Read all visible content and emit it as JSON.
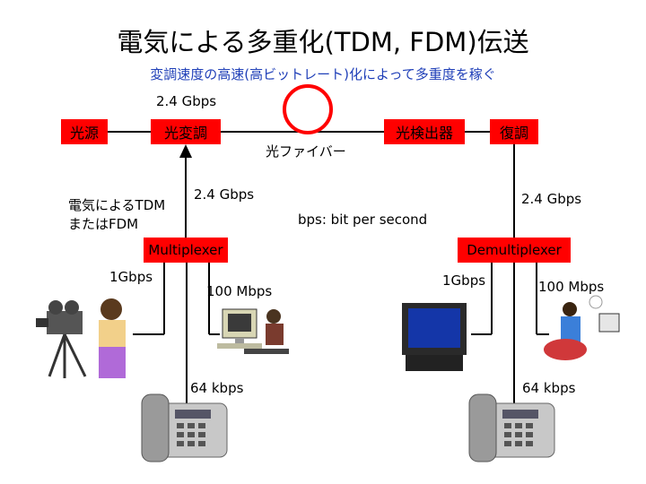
{
  "title": "電気による多重化(TDM, FDM)伝送",
  "subtitle": "変調速度の高速(高ビットレート)化によって多重度を稼ぐ",
  "rate_top": "2.4 Gbps",
  "boxes": {
    "source": "光源",
    "modulator": "光変調",
    "detector": "光検出器",
    "demodulator": "復調"
  },
  "fiber_label": "光ファイバー",
  "note_line1": "電気によるTDM",
  "note_line2": "またはFDM",
  "rate_left": "2.4 Gbps",
  "rate_right": "2.4 Gbps",
  "bps_note": "bps: bit per second",
  "mux_label": "Multiplexer",
  "demux_label": "Demultiplexer",
  "left_rates": {
    "video": "1Gbps",
    "computer": "100 Mbps",
    "phone": "64 kbps"
  },
  "right_rates": {
    "tv": "1Gbps",
    "computer": "100 Mbps",
    "phone": "64 kbps"
  },
  "colors": {
    "accent": "#ff0000",
    "subtitle": "#1f3fb8"
  }
}
